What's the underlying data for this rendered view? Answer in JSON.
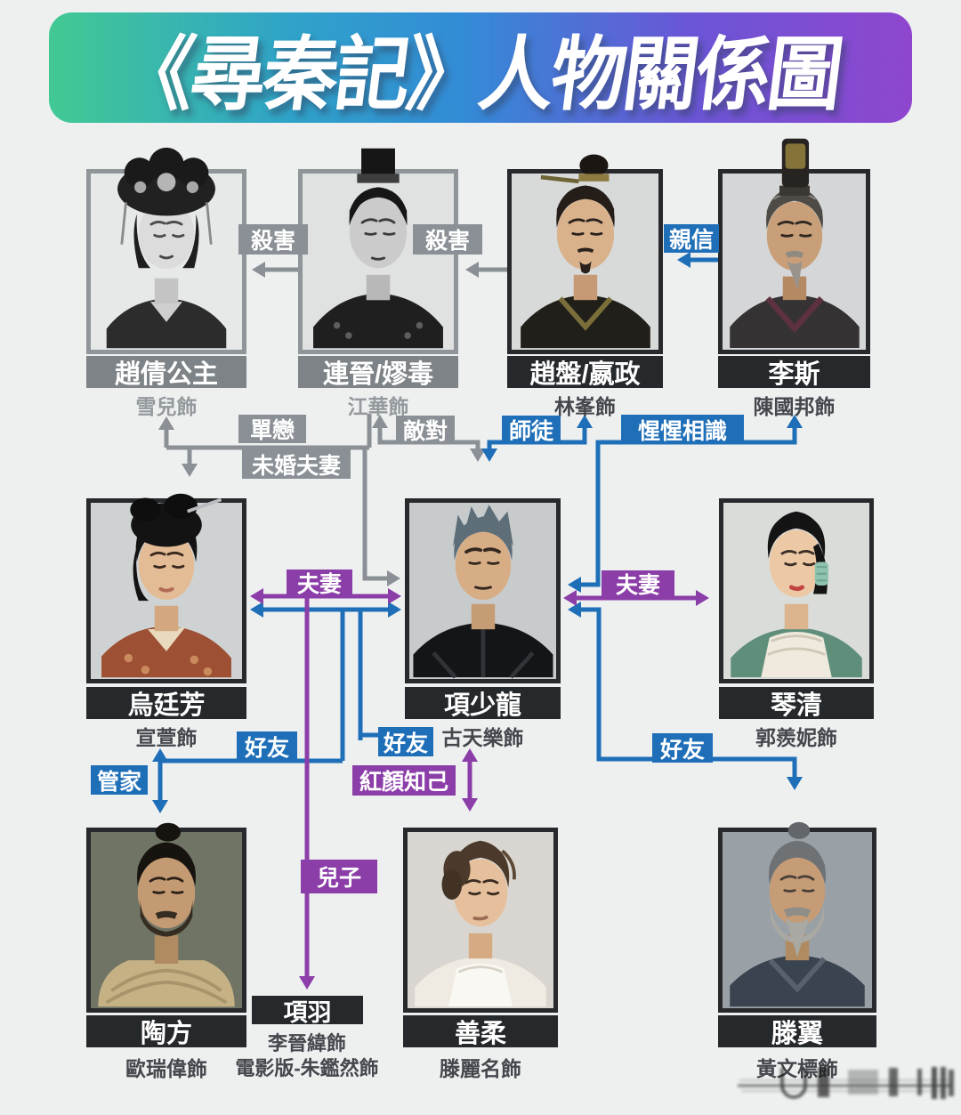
{
  "title": "《尋秦記》人物關係圖",
  "characters": {
    "zhaoqian": {
      "name": "趙倩公主",
      "actor": "雪兒飾"
    },
    "lianjin": {
      "name": "連晉/嫪毒",
      "actor": "江華飾"
    },
    "zhaopan": {
      "name": "趙盤/嬴政",
      "actor": "林峯飾"
    },
    "lisi": {
      "name": "李斯",
      "actor": "陳國邦飾"
    },
    "wutingfang": {
      "name": "烏廷芳",
      "actor": "宣萱飾"
    },
    "xiangshaolong": {
      "name": "項少龍",
      "actor": "古天樂飾"
    },
    "qinqing": {
      "name": "琴清",
      "actor": "郭羨妮飾"
    },
    "taofang": {
      "name": "陶方",
      "actor": "歐瑞偉飾"
    },
    "xiangyu": {
      "name": "項羽",
      "actor": "李晉緯飾",
      "actor2": "電影版-朱鑑然飾"
    },
    "shanrou": {
      "name": "善柔",
      "actor": "滕麗名飾"
    },
    "tengyi": {
      "name": "滕翼",
      "actor": "黃文標飾"
    }
  },
  "relationships": {
    "sha1": "殺害",
    "sha2": "殺害",
    "qinxin": "親信",
    "danlian": "單戀",
    "weihunfuqi": "未婚夫妻",
    "didui": "敵對",
    "shitu": "師徒",
    "xingxing": "惺惺相識",
    "fuqi_left": "夫妻",
    "fuqi_right": "夫妻",
    "haoyou1": "好友",
    "haoyou2": "好友",
    "haoyou3": "好友",
    "guanjia": "管家",
    "hongyan": "紅顏知己",
    "erzi": "兒子"
  },
  "colors": {
    "relation_gray": "#8a9095",
    "relation_blue": "#1f6fb8",
    "relation_purple": "#8b3da8",
    "plate_dark": "#26292c",
    "plate_gray": "#7d8387",
    "background": "#eef0f0",
    "banner_gradient": [
      "#42c993",
      "#338bd6",
      "#8f46cf"
    ]
  }
}
